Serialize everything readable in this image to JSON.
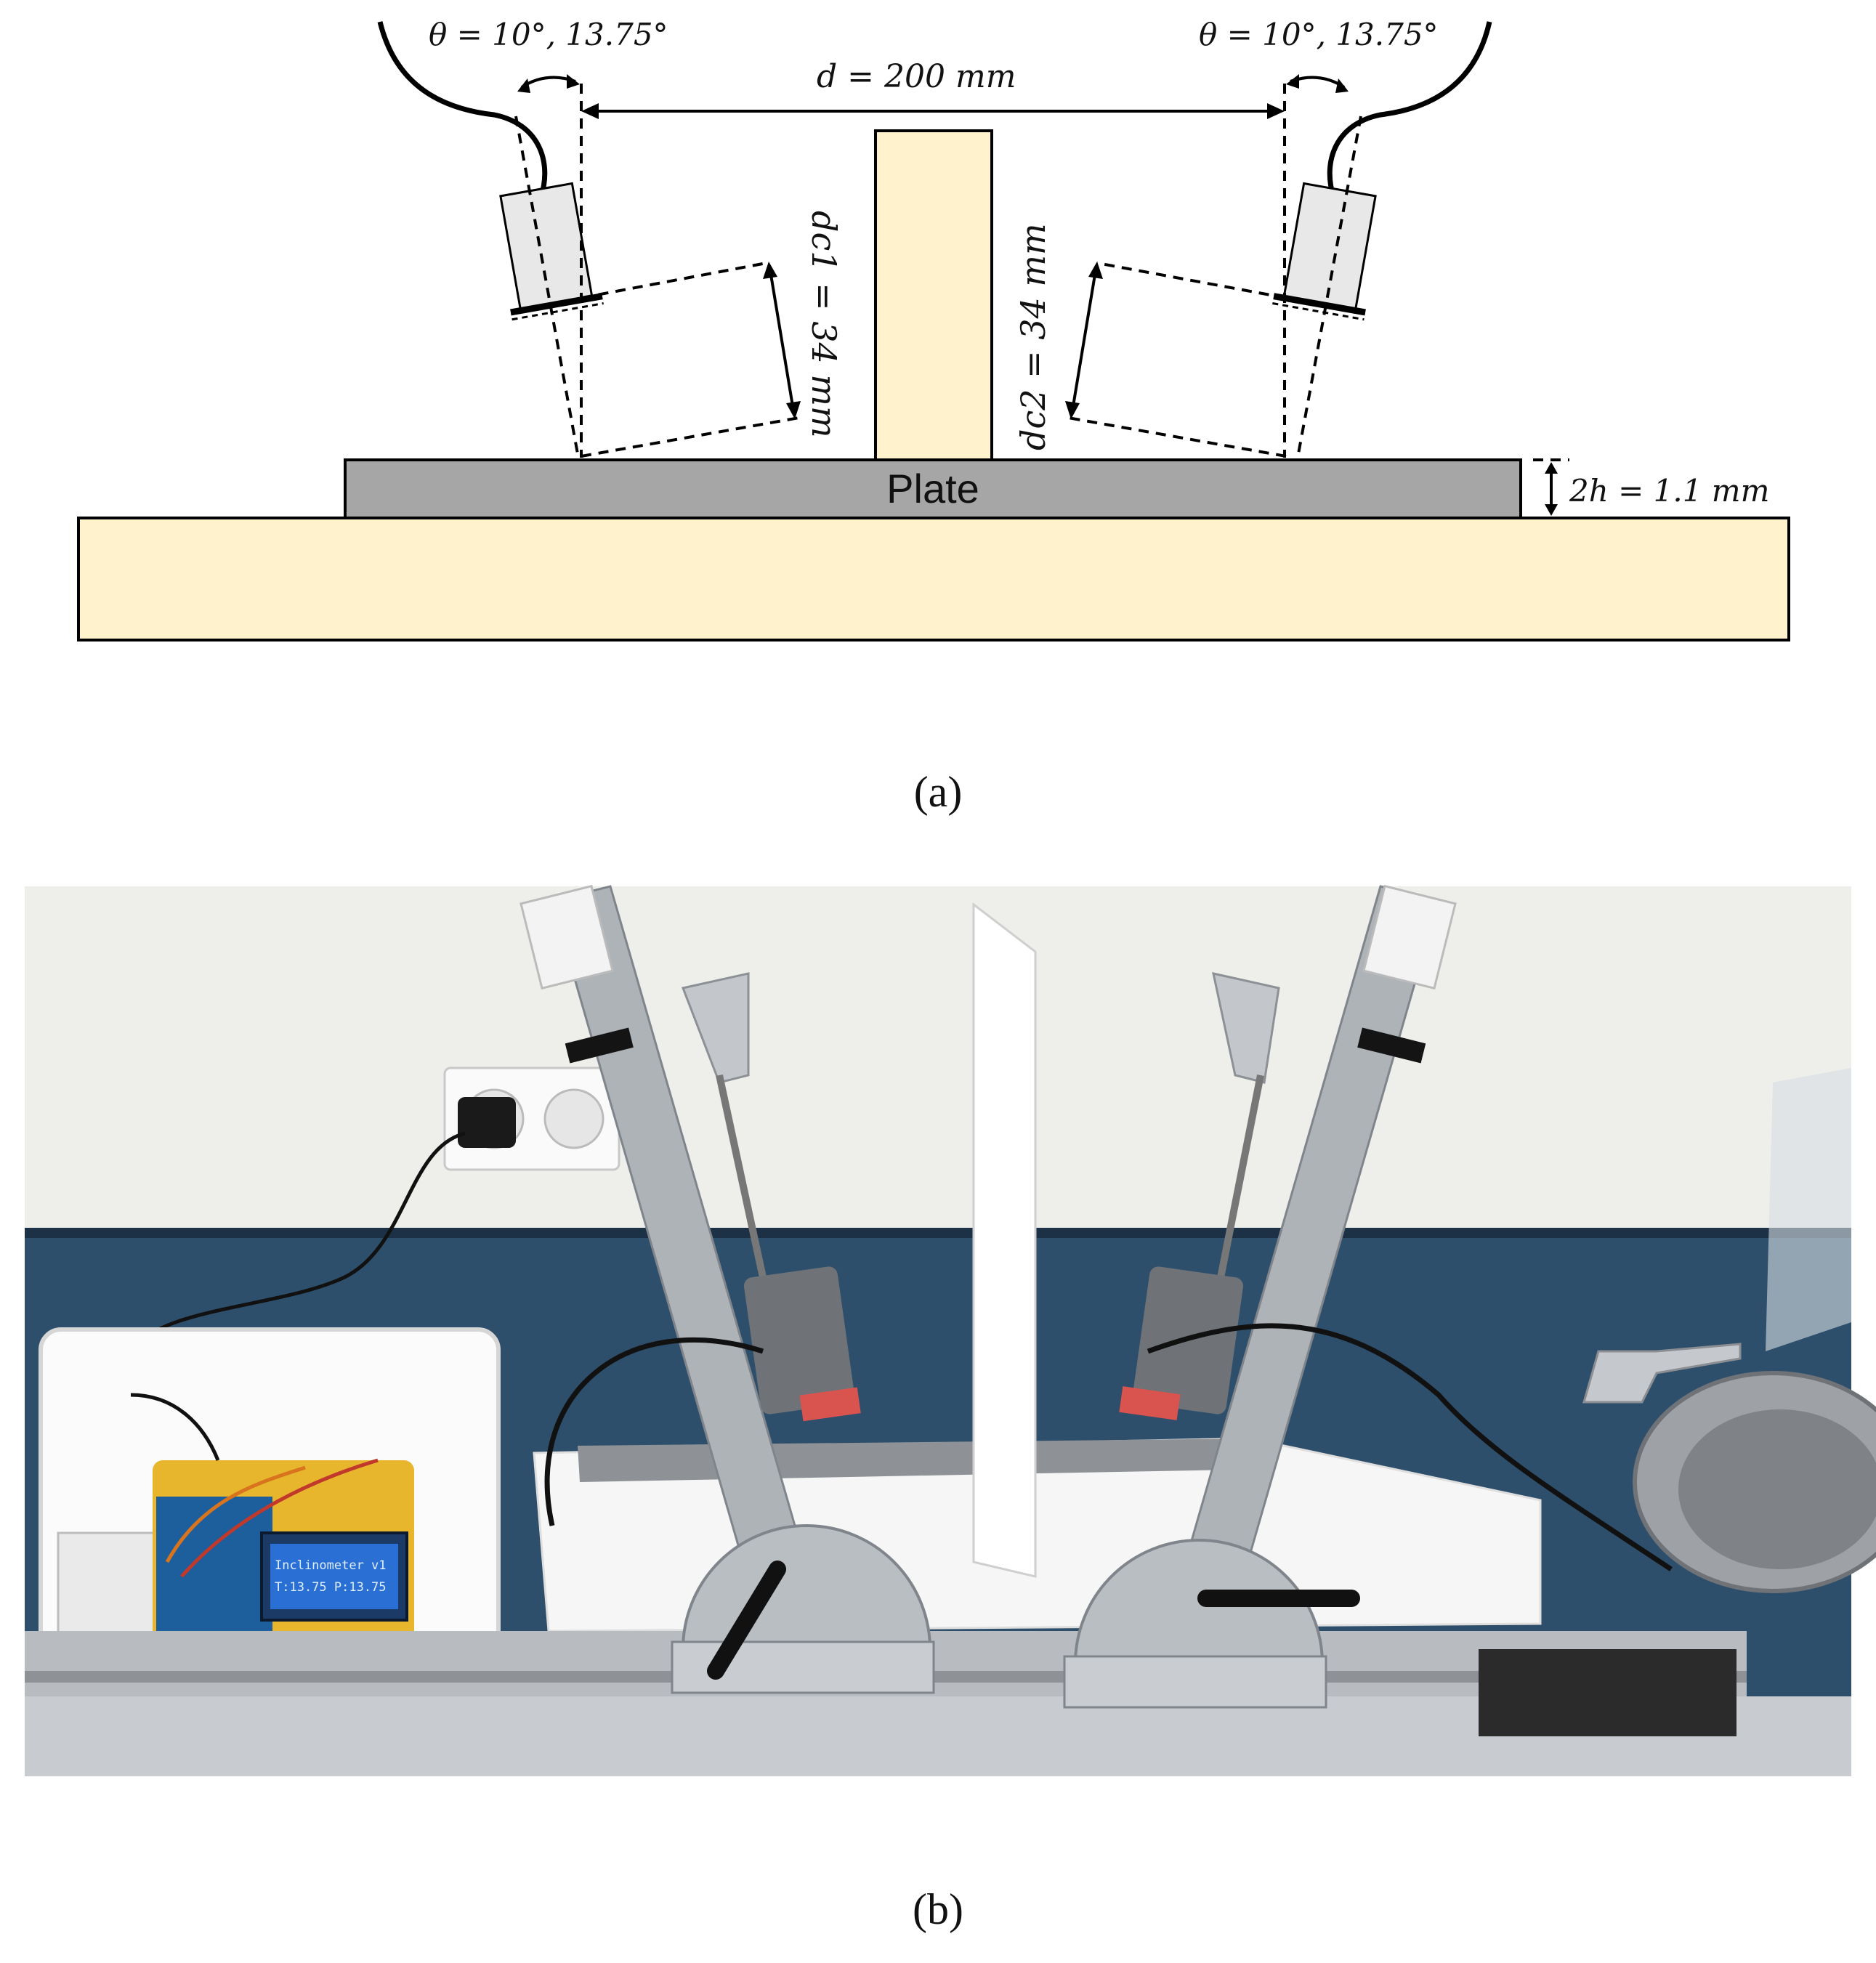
{
  "figure": {
    "colors": {
      "base": "#fff2cc",
      "plate": "#a6a6a6",
      "sensor": "#e8e8e8",
      "line": "#000000",
      "wall": "#eeeeea",
      "bench": "#2e4f6b",
      "rail": "#b8bcc0",
      "styrofoam": "#f6f6f6",
      "lcd": "#2a6fd4"
    },
    "panel_a": {
      "caption": "(a)",
      "angle_label_left": "θ = 10°, 13.75°",
      "angle_label_right": "θ = 10°, 13.75°",
      "distance_label": "d = 200 mm",
      "dc1_label": "dc1 = 34 mm",
      "dc2_label": "dc2 = 34 mm",
      "plate_label": "Plate",
      "thickness_label": "2h = 1.1 mm"
    },
    "panel_b": {
      "caption": "(b)",
      "lcd_line1": "Inclinometer v1",
      "lcd_line2": "T:13.75 P:13.75"
    }
  }
}
